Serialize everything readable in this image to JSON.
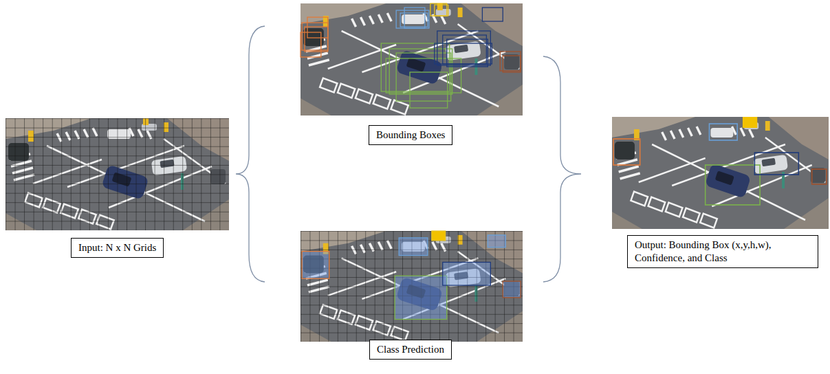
{
  "diagram": {
    "nodes": [
      {
        "text": [
          "Input: N x N Grids"
        ]
      },
      {
        "text": [
          "Bounding Boxes"
        ]
      },
      {
        "text": [
          "Class Prediction"
        ]
      },
      {
        "text": [
          "Output: Bounding Box (x,y,h,w), Confidence, and Class"
        ]
      }
    ]
  }
}
